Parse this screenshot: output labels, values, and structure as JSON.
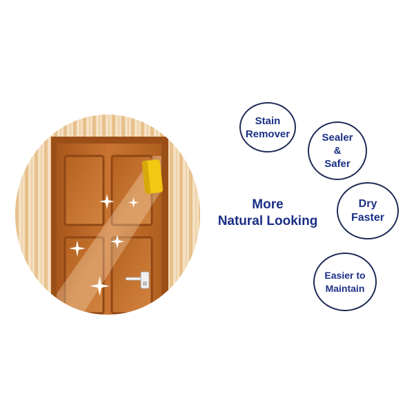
{
  "features": {
    "stain_remover": "Stain\nRemover",
    "sealer_safer": "Sealer\n&\nSafer",
    "dry_faster": "Dry\nFaster",
    "easier_to_maintain": "Easier to\nMaintain"
  },
  "headline": "More\nNatural Looking",
  "colors": {
    "text_accent": "#1b2f86",
    "circle_border": "#1e2a56",
    "door_wood": "#c26d28",
    "sponge": "#f2c812"
  },
  "icons": {
    "illustration": "door-with-sparkles",
    "sponge": "sponge-icon",
    "handle": "door-handle-icon"
  }
}
